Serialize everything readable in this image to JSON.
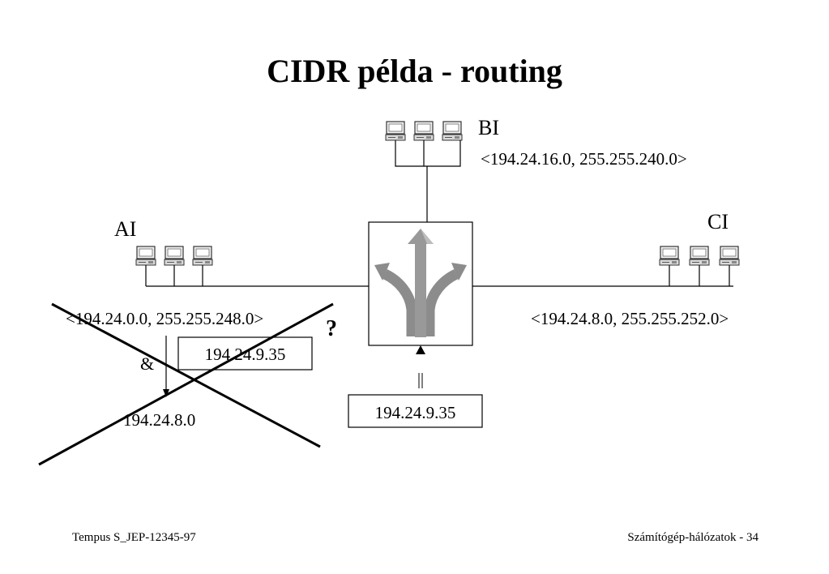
{
  "slide": {
    "title": "CIDR példa - routing"
  },
  "networks": {
    "ai": {
      "name": "AI",
      "address": "<194.24.0.0, 255.255.248.0>"
    },
    "bi": {
      "name": "BI",
      "address": "<194.24.16.0, 255.255.240.0>"
    },
    "ci": {
      "name": "CI",
      "address": "<194.24.8.0, 255.255.252.0>"
    }
  },
  "calculation": {
    "question_mark": "?",
    "ampersand": "&",
    "operand_ip": "194.24.9.35",
    "result": "194.24.8.0",
    "equals_sign": "=",
    "incoming_ip": "194.24.9.35"
  },
  "icons": {
    "router": "router-arrows-icon",
    "host": "computer-icon"
  },
  "footer": {
    "left": "Tempus S_JEP-12345-97",
    "right": "Számítógép-hálózatok - 34"
  }
}
